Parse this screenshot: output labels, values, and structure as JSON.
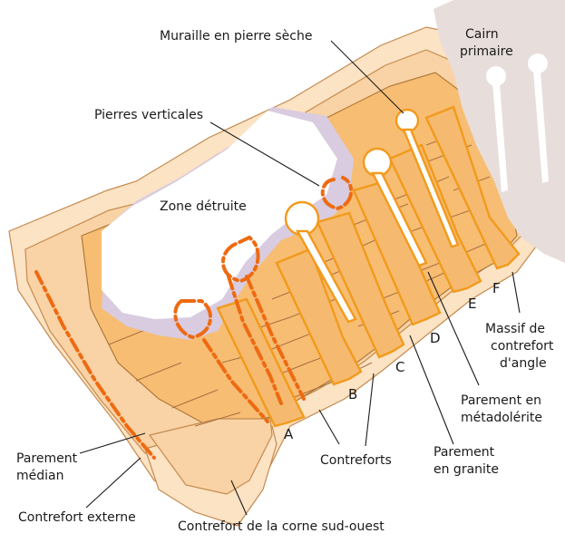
{
  "labels": {
    "muraille": "Muraille en pierre sèche",
    "cairn_line1": "Cairn",
    "cairn_line2": "primaire",
    "pierres_verticales": "Pierres verticales",
    "zone_detruite": "Zone détruite",
    "massif_line1": "Massif de",
    "massif_line2": "contrefort",
    "massif_line3": "d'angle",
    "parement_metadolerite_line1": "Parement en",
    "parement_metadolerite_line2": "métadolérite",
    "parement_granite_line1": "Parement",
    "parement_granite_line2": "en granite",
    "contreforts": "Contreforts",
    "parement_median_line1": "Parement",
    "parement_median_line2": "médian",
    "contrefort_externe": "Contrefort externe",
    "contrefort_corne": "Contrefort de la corne sud-ouest"
  },
  "letters": {
    "a": "A",
    "b": "B",
    "c": "C",
    "d": "D",
    "e": "E",
    "f": "F"
  },
  "colors": {
    "outer_light": "#fbe3c4",
    "mid_light": "#f9d3a5",
    "orange": "#f7bd73",
    "deep_orange": "#f29a1c",
    "red_dash": "#ee6a12",
    "cairn": "#e7ddda",
    "destroyed_shadow": "#d9cce0"
  }
}
